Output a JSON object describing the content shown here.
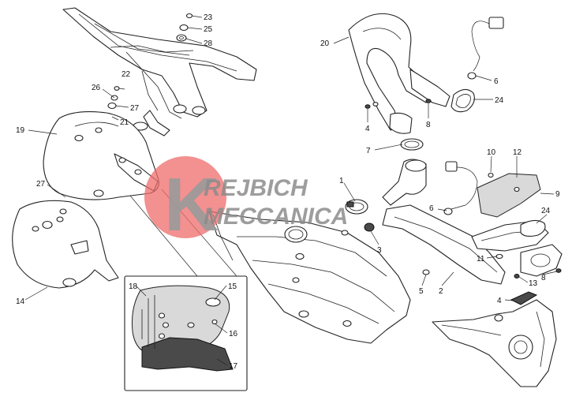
{
  "watermark": {
    "line1": "REJBICH",
    "line2": "MECCANICA",
    "logo_letter": "K",
    "logo_color": "#ef6b6b"
  },
  "callouts": [
    {
      "id": "c23",
      "label": "23"
    },
    {
      "id": "c25",
      "label": "25"
    },
    {
      "id": "c28",
      "label": "28"
    },
    {
      "id": "c22",
      "label": "22"
    },
    {
      "id": "c26",
      "label": "26"
    },
    {
      "id": "c27a",
      "label": "27"
    },
    {
      "id": "c21",
      "label": "21"
    },
    {
      "id": "c19",
      "label": "19"
    },
    {
      "id": "c27b",
      "label": "27"
    },
    {
      "id": "c14",
      "label": "14"
    },
    {
      "id": "c18",
      "label": "18"
    },
    {
      "id": "c15",
      "label": "15"
    },
    {
      "id": "c16",
      "label": "16"
    },
    {
      "id": "c17",
      "label": "17"
    },
    {
      "id": "c20",
      "label": "20"
    },
    {
      "id": "c6a",
      "label": "6"
    },
    {
      "id": "c24a",
      "label": "24"
    },
    {
      "id": "c4a",
      "label": "4"
    },
    {
      "id": "c8a",
      "label": "8"
    },
    {
      "id": "c7",
      "label": "7"
    },
    {
      "id": "c1",
      "label": "1"
    },
    {
      "id": "c3",
      "label": "3"
    },
    {
      "id": "c5",
      "label": "5"
    },
    {
      "id": "c2",
      "label": "2"
    },
    {
      "id": "c6b",
      "label": "6"
    },
    {
      "id": "c10",
      "label": "10"
    },
    {
      "id": "c12",
      "label": "12"
    },
    {
      "id": "c9",
      "label": "9"
    },
    {
      "id": "c24b",
      "label": "24"
    },
    {
      "id": "c11",
      "label": "11"
    },
    {
      "id": "c8b",
      "label": "8"
    },
    {
      "id": "c13",
      "label": "13"
    },
    {
      "id": "c4b",
      "label": "4"
    }
  ]
}
